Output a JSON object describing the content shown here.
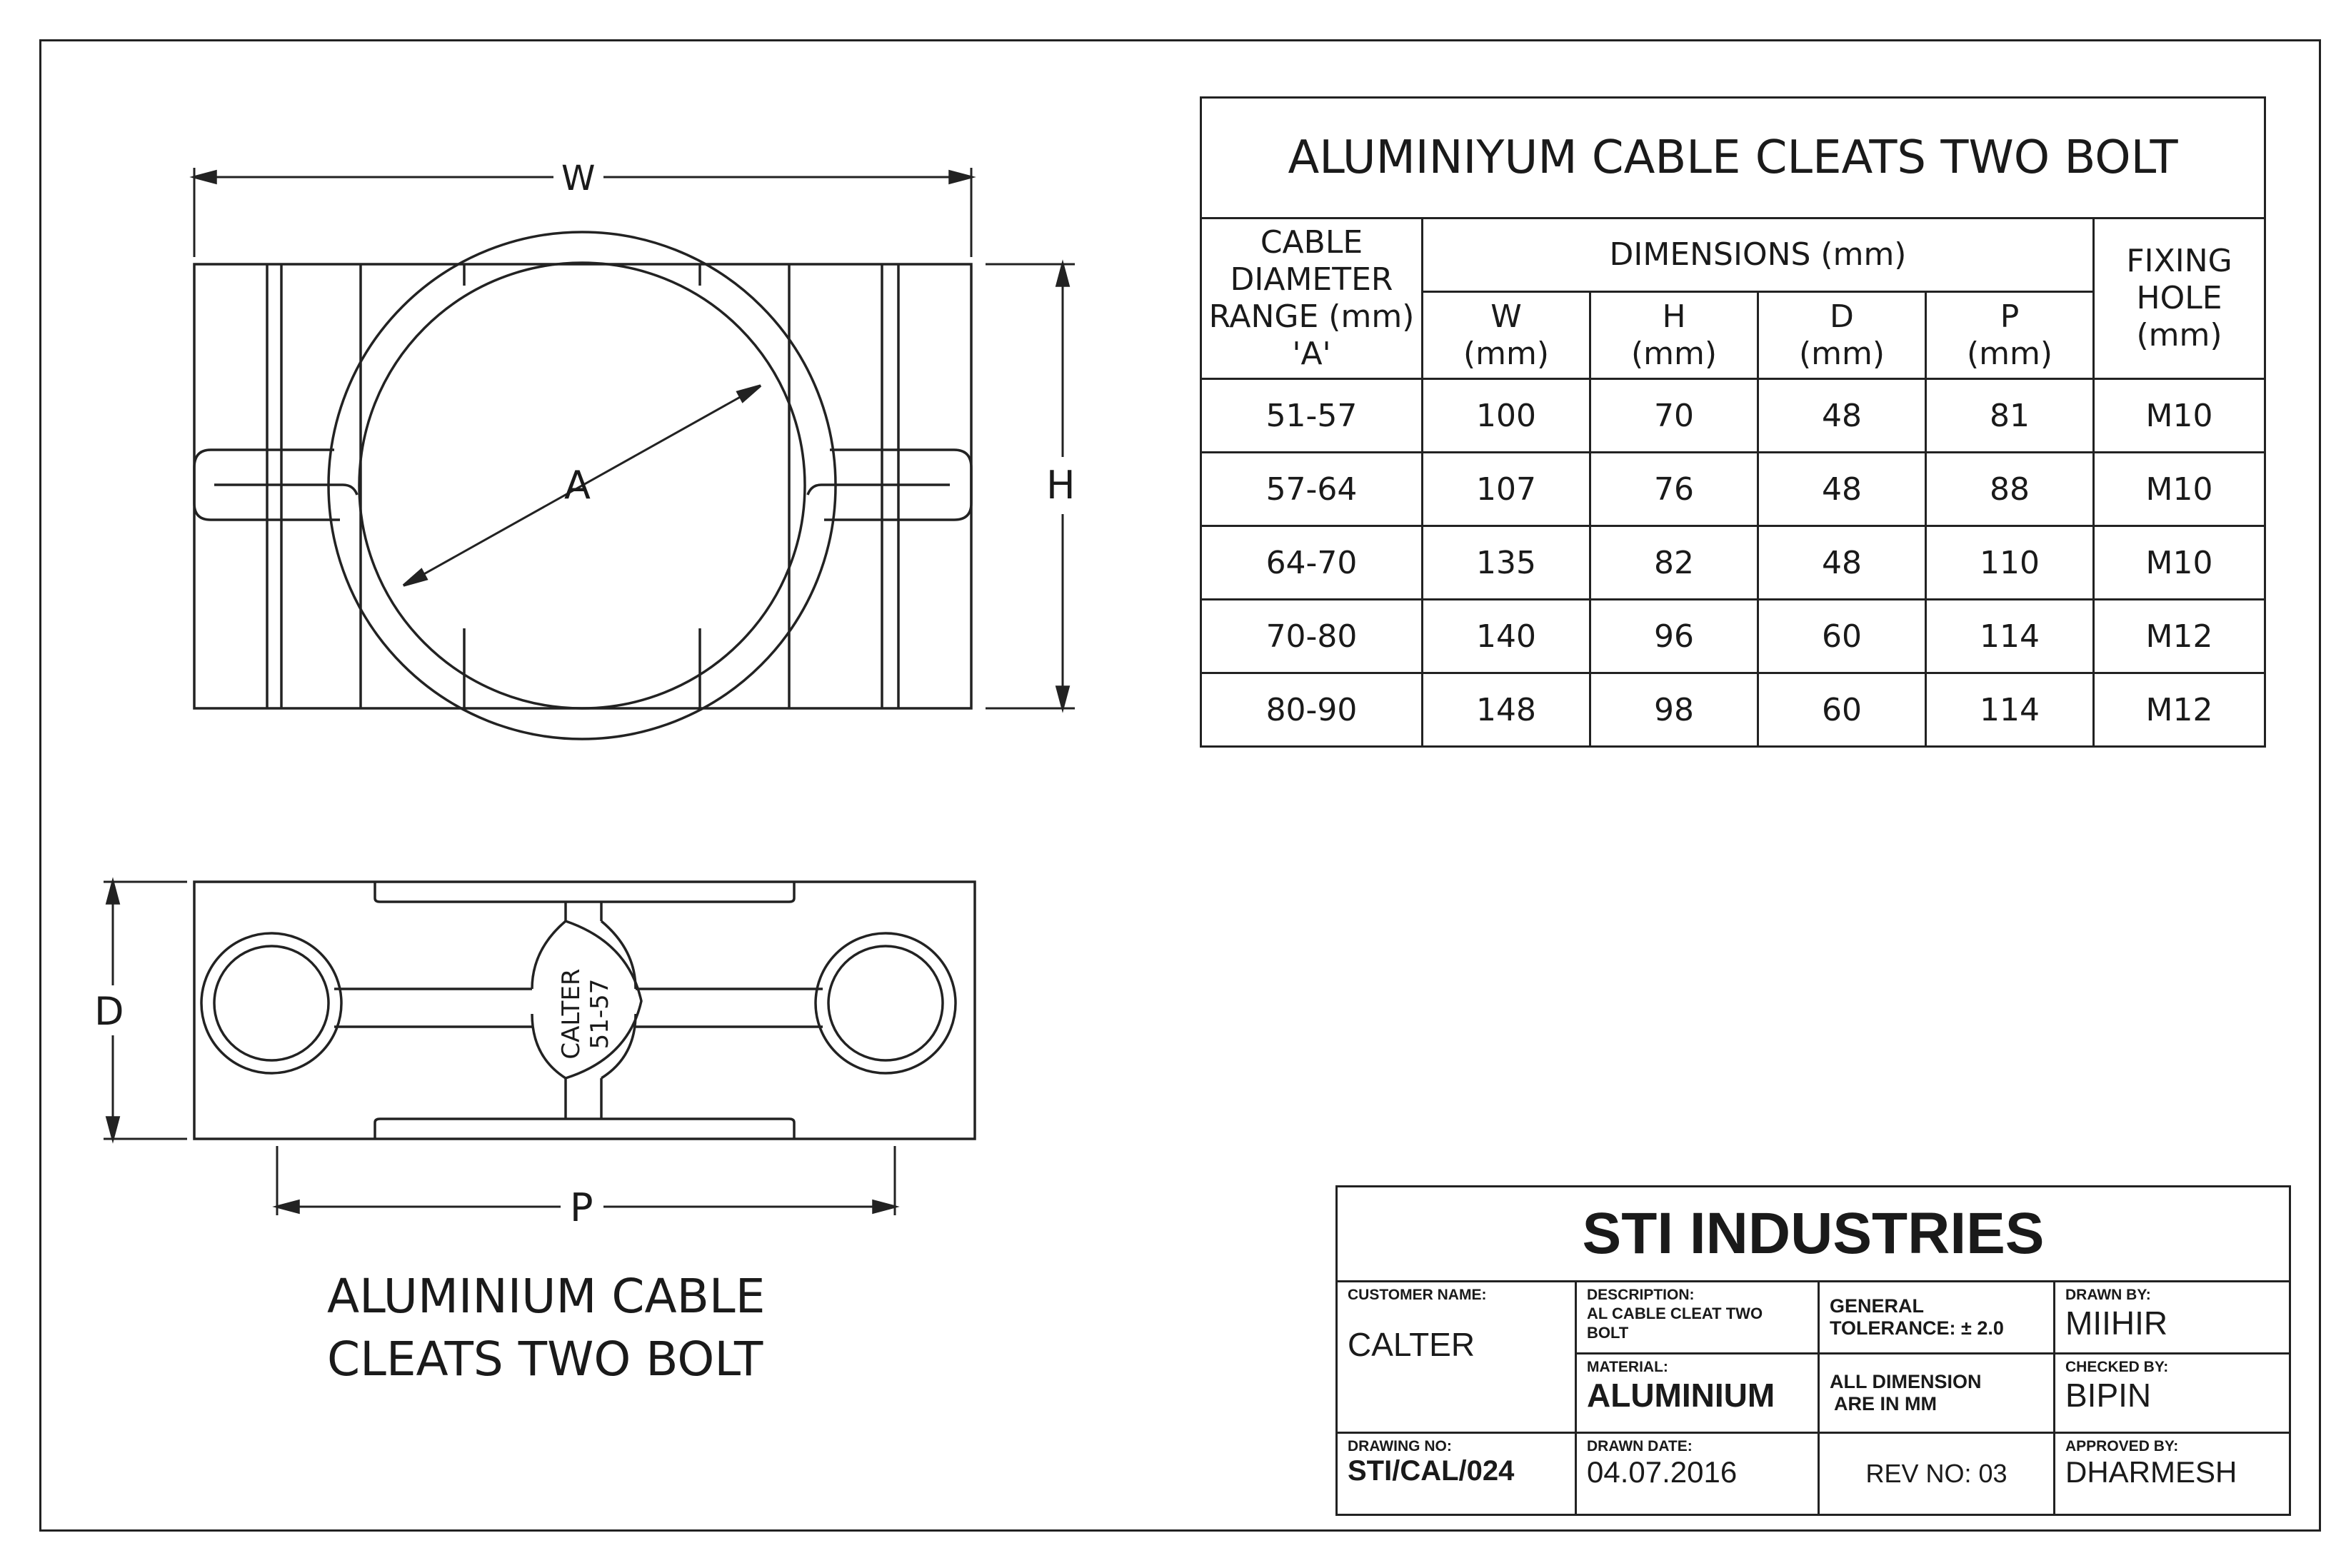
{
  "spec_table": {
    "title": "ALUMINIYUM CABLE CLEATS TWO BOLT",
    "col_cable": "CABLE DIAMETER RANGE (mm) 'A'",
    "col_dimensions": "DIMENSIONS (mm)",
    "col_fixing": "FIXING HOLE (mm)",
    "sub_w": "W",
    "sub_h": "H",
    "sub_d": "D",
    "sub_p": "P",
    "unit": "(mm)",
    "rows": [
      {
        "range": "51-57",
        "w": "100",
        "h": "70",
        "d": "48",
        "p": "81",
        "hole": "M10"
      },
      {
        "range": "57-64",
        "w": "107",
        "h": "76",
        "d": "48",
        "p": "88",
        "hole": "M10"
      },
      {
        "range": "64-70",
        "w": "135",
        "h": "82",
        "d": "48",
        "p": "110",
        "hole": "M10"
      },
      {
        "range": "70-80",
        "w": "140",
        "h": "96",
        "d": "60",
        "p": "114",
        "hole": "M12"
      },
      {
        "range": "80-90",
        "w": "148",
        "h": "98",
        "d": "60",
        "p": "114",
        "hole": "M12"
      }
    ]
  },
  "drawing": {
    "dim_w": "W",
    "dim_h": "H",
    "dim_a": "A",
    "dim_d": "D",
    "dim_p": "P",
    "emboss_line1": "CALTER",
    "emboss_line2": "51-57",
    "caption_line1": "ALUMINIUM CABLE",
    "caption_line2": "CLEATS TWO BOLT"
  },
  "title_block": {
    "company": "STI INDUSTRIES",
    "customer_label": "CUSTOMER NAME:",
    "customer": "CALTER",
    "description_label": "DESCRIPTION:",
    "description": "AL CABLE CLEAT TWO BOLT",
    "tolerance_line1": "GENERAL",
    "tolerance_line2": "TOLERANCE: ± 2.0",
    "drawn_by_label": "DRAWN BY:",
    "drawn_by": "MIIHIR",
    "material_label": "MATERIAL:",
    "material": "ALUMINIUM",
    "dimension_note_line1": "ALL DIMENSION",
    "dimension_note_line2": "ARE IN MM",
    "checked_by_label": "CHECKED BY:",
    "checked_by": "BIPIN",
    "drawing_no_label": "DRAWING NO:",
    "drawing_no": "STI/CAL/024",
    "drawn_date_label": "DRAWN DATE:",
    "drawn_date": "04.07.2016",
    "rev": "REV NO: 03",
    "approved_by_label": "APPROVED BY:",
    "approved_by": "DHARMESH"
  }
}
